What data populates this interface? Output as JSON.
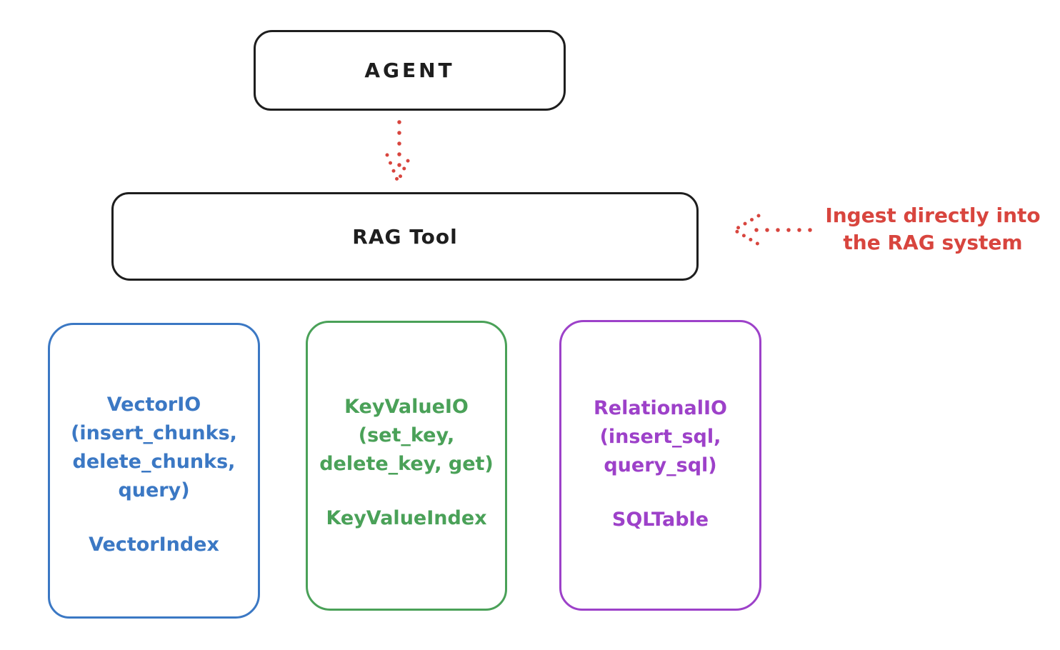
{
  "colors": {
    "ink": "#1e1e1e",
    "red": "#d8453e",
    "blue": "#3b78c4",
    "green": "#4aa158",
    "purple": "#9d41c9",
    "background": "#ffffff"
  },
  "agent": {
    "label": "AGENT"
  },
  "rag_tool": {
    "label": "RAG Tool"
  },
  "annotation": {
    "line1": "Ingest directly into",
    "line2": "the RAG system"
  },
  "stores": [
    {
      "name": "vector-io",
      "color": "#3b78c4",
      "lines": [
        "VectorIO",
        "(insert_chunks,",
        "delete_chunks,",
        "query)"
      ],
      "index_label": "VectorIndex"
    },
    {
      "name": "keyvalue-io",
      "color": "#4aa158",
      "lines": [
        "KeyValueIO",
        "(set_key,",
        "delete_key, get)"
      ],
      "index_label": "KeyValueIndex"
    },
    {
      "name": "relational-io",
      "color": "#9d41c9",
      "lines": [
        "RelationalIO",
        "(insert_sql,",
        "query_sql)"
      ],
      "index_label": "SQLTable"
    }
  ],
  "arrows": {
    "agent_to_rag": "dotted-red-down-arrow",
    "ingest": "dotted-red-left-arrow"
  }
}
